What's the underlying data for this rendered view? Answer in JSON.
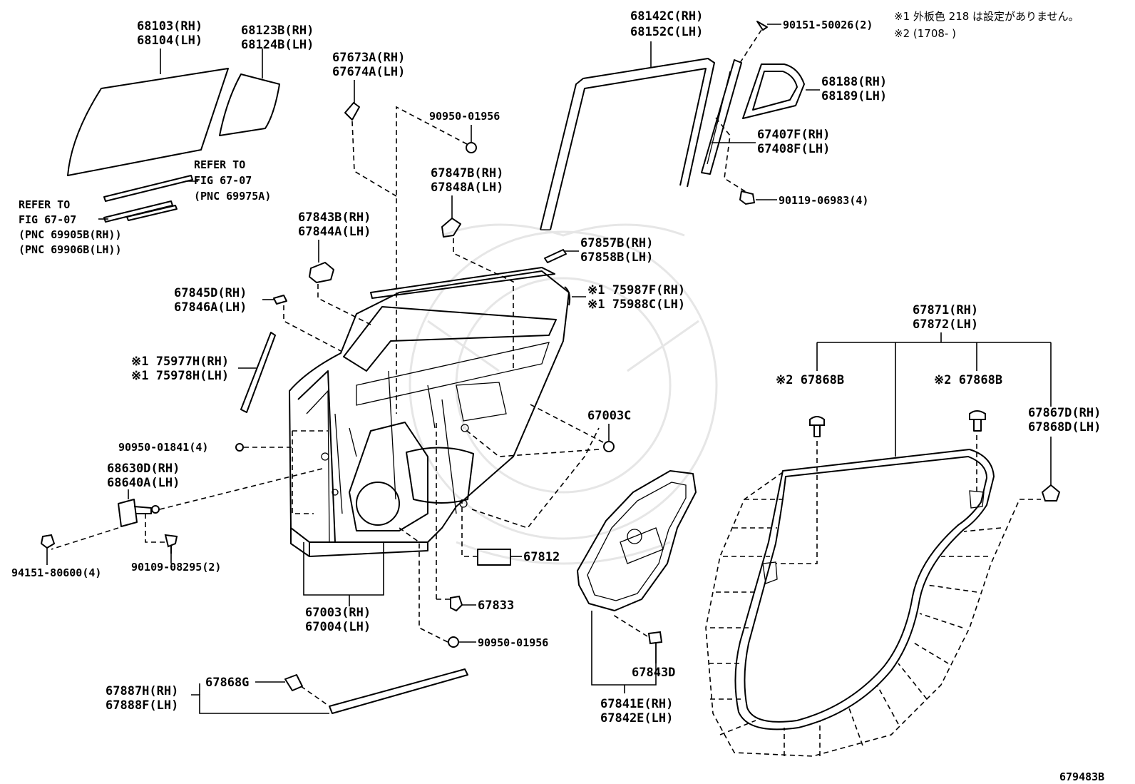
{
  "figure_id": "679483B",
  "notes": {
    "note1": "※1 外板色 218 は設定がありません。",
    "note2": "※2 (1708-      )"
  },
  "labels": {
    "p68103": "68103(RH)",
    "p68104": "68104(LH)",
    "p68123": "68123B(RH)",
    "p68124": "68124B(LH)",
    "p67673": "67673A(RH)",
    "p67674": "67674A(LH)",
    "p90950a": "90950-01956",
    "p68142": "68142C(RH)",
    "p68152": "68152C(LH)",
    "p90151": "90151-50026(2)",
    "p68188": "68188(RH)",
    "p68189": "68189(LH)",
    "p67407": "67407F(RH)",
    "p67408": "67408F(LH)",
    "p90119": "90119-06983(4)",
    "ref1a": "REFER TO",
    "ref1b": "FIG 67-07",
    "ref1c": "(PNC 69975A)",
    "ref2a": "REFER TO",
    "ref2b": "FIG 67-07",
    "ref2c": "(PNC 69905B(RH))",
    "ref2d": "(PNC 69906B(LH))",
    "p67847": "67847B(RH)",
    "p67848": "67848A(LH)",
    "p67843b": "67843B(RH)",
    "p67844": "67844A(LH)",
    "p67857": "67857B(RH)",
    "p67858": "67858B(LH)",
    "p75987": "※1 75987F(RH)",
    "p75988": "※1 75988C(LH)",
    "p67845": "67845D(RH)",
    "p67846": "67846A(LH)",
    "p67871": "67871(RH)",
    "p67872": "67872(LH)",
    "p75977": "※1 75977H(RH)",
    "p75978": "※1 75978H(LH)",
    "p67868b1": "※2 67868B",
    "p67868b2": "※2 67868B",
    "p67003c": "67003C",
    "p67867": "67867D(RH)",
    "p67868d": "67868D(LH)",
    "p90950b": "90950-01841(4)",
    "p68630": "68630D(RH)",
    "p68640": "68640A(LH)",
    "p67812": "67812",
    "p94151": "94151-80600(4)",
    "p90109": "90109-08295(2)",
    "p67833": "67833",
    "p67003": "67003(RH)",
    "p67004": "67004(LH)",
    "p90950c": "90950-01956",
    "p67843d": "67843D",
    "p67868g": "67868G",
    "p67887": "67887H(RH)",
    "p67888": "67888F(LH)",
    "p67841": "67841E(RH)",
    "p67842": "67842E(LH)"
  }
}
